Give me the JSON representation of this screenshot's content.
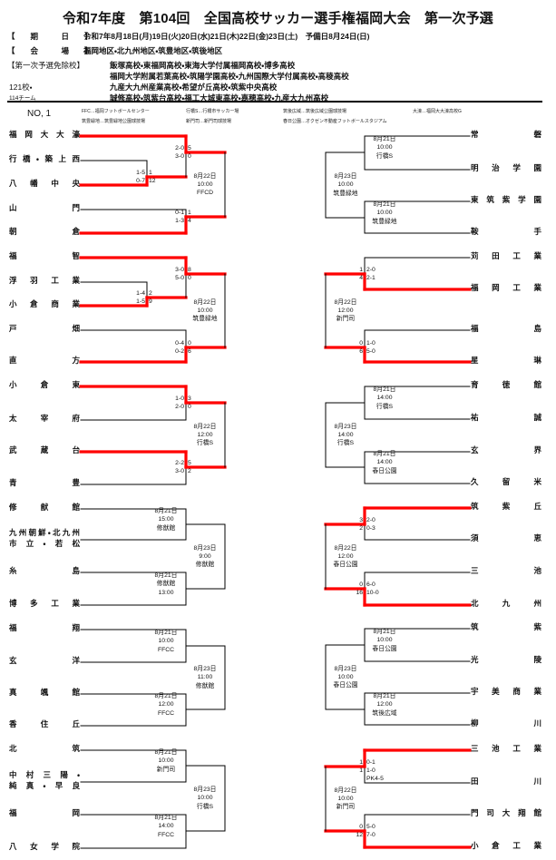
{
  "header": {
    "title": "令和7年度　第104回　全国高校サッカー選手権福岡大会　第一次予選",
    "date_label": "【　　期　　　日　　】",
    "date_value": "令和7年8月18日(月)19日(火)20日(水)21日(木)22日(金)23日(土)　予備日8月24日(日)",
    "venue_label": "【　　会　　　場　　】",
    "venue_value": "福岡地区・北九州地区・筑豊地区・筑後地区",
    "exempt_label": "【第一次予選免除校】",
    "exempt_lines": [
      "飯塚高校・東福岡高校・東海大学付属福岡高校・博多高校",
      "福岡大学附属若葉高校・筑陽学園高校・九州国際大学付属高校・高稜高校",
      "九産大九州産業高校・希望が丘高校・筑紫中央高校",
      "誠修高校・筑紫台高校・福工大城東高校・嘉穂高校・九産大九州高校"
    ],
    "school_count": "121校・",
    "team_count": "114チーム"
  },
  "block_no": "NO, 1",
  "venue_legend": [
    "FFC…福岡フットボールセンター",
    "行橋S…行橋市サッカー場",
    "筑後広域…筑後広域公園球技場",
    "大濠…福岡大大濠高校G",
    "筑豊緑地…筑豊緑地公園球技場",
    "新門司…新門司球技場",
    "春日公園…オクゼン不動産フットボールスタジアム"
  ],
  "colors": {
    "winner_line": "#ff0000",
    "line": "#000000"
  },
  "left": {
    "teams": [
      "福岡大大濠",
      "行橋・築上西",
      "八幡中央",
      "山門",
      "朝倉",
      "福智",
      "浮羽工業",
      "小倉商業",
      "戸畑",
      "直方",
      "小倉東",
      "太宰府",
      "武蔵台",
      "青豊",
      "修猷館",
      "九州朝鮮・北九州\n市立・若松",
      "糸島",
      "博多工業",
      "福翔",
      "玄洋",
      "真颯館",
      "香住丘",
      "北筑",
      "中村三陽・\n純真・早良",
      "福岡",
      "八女学院"
    ],
    "matches": [
      {
        "scores": [
          "1-5",
          "0-7"
        ],
        "totals": [
          "1",
          "12"
        ],
        "winner": 1
      },
      {
        "scores": [
          "2-0",
          "3-0"
        ],
        "totals": [
          "5",
          "0"
        ],
        "winner": 0
      },
      {
        "scores": [
          "0-1",
          "1-3"
        ],
        "totals": [
          "1",
          "4"
        ],
        "winner": 1
      },
      {
        "schedule": [
          "8月22日",
          "10:00",
          "FFCD"
        ]
      },
      {
        "scores": [
          "1-4",
          "1-5"
        ],
        "totals": [
          "2",
          "9"
        ],
        "winner": 1
      },
      {
        "scores": [
          "3-0",
          "5-0"
        ],
        "totals": [
          "8",
          "0"
        ],
        "winner": 0
      },
      {
        "scores": [
          "0-4",
          "0-2"
        ],
        "totals": [
          "0",
          "6"
        ],
        "winner": 1
      },
      {
        "schedule": [
          "8月22日",
          "10:00",
          "筑豊緑地"
        ]
      },
      {
        "scores": [
          "1-0",
          "2-0"
        ],
        "totals": [
          "3",
          "0"
        ],
        "winner": 0
      },
      {
        "scores": [
          "2-2",
          "3-0"
        ],
        "totals": [
          "5",
          "2"
        ],
        "winner": 0
      },
      {
        "schedule": [
          "8月22日",
          "12:00",
          "行橋S"
        ]
      },
      {
        "schedule": [
          "8月21日",
          "15:00",
          "修猷館"
        ]
      },
      {
        "schedule": [
          "8月21日",
          "修猷館",
          "13:00"
        ]
      },
      {
        "schedule": [
          "8月23日",
          "9:00",
          "修猷館"
        ]
      },
      {
        "schedule": [
          "8月21日",
          "10:00",
          "FFCC"
        ]
      },
      {
        "schedule": [
          "8月21日",
          "12:00",
          "FFCC"
        ]
      },
      {
        "schedule": [
          "8月23日",
          "11:00",
          "修猷館"
        ]
      },
      {
        "schedule": [
          "8月21日",
          "10:00",
          "新門司"
        ]
      },
      {
        "schedule": [
          "8月21日",
          "14:00",
          "FFCC"
        ]
      },
      {
        "schedule": [
          "8月23日",
          "10:00",
          "行橋S"
        ]
      }
    ]
  },
  "right": {
    "teams": [
      "常磐",
      "明治学園",
      "東筑紫学園",
      "鞍手",
      "苅田工業",
      "福岡工業",
      "福島",
      "星琳",
      "育徳館",
      "祐誠",
      "玄界",
      "久留米",
      "筑紫丘",
      "須恵",
      "三池",
      "北九州",
      "筑紫",
      "光陵",
      "宇美商業",
      "柳川",
      "三池工業",
      "田川",
      "門司大翔館",
      "小倉工業"
    ],
    "matches": [
      {
        "schedule": [
          "8月21日",
          "10:00",
          "行橋S"
        ]
      },
      {
        "schedule": [
          "8月21日",
          "10:00",
          "筑豊緑地"
        ]
      },
      {
        "schedule": [
          "8月23日",
          "10:00",
          "筑豊緑地"
        ]
      },
      {
        "scores": [
          "2-0",
          "2-1"
        ],
        "totals": [
          "1",
          "4"
        ],
        "winner": 1
      },
      {
        "scores": [
          "1-0",
          "5-0"
        ],
        "totals": [
          "0",
          "6"
        ],
        "winner": 1
      },
      {
        "schedule": [
          "8月22日",
          "12:00",
          "新門司"
        ]
      },
      {
        "schedule": [
          "8月21日",
          "14:00",
          "行橋S"
        ]
      },
      {
        "schedule": [
          "8月21日",
          "14:00",
          "春日公園"
        ]
      },
      {
        "schedule": [
          "8月23日",
          "14:00",
          "行橋S"
        ]
      },
      {
        "scores": [
          "2-0",
          "0-3"
        ],
        "totals": [
          "3",
          "2"
        ],
        "winner": 0
      },
      {
        "scores": [
          "6-0",
          "10-0"
        ],
        "totals": [
          "0",
          "16"
        ],
        "winner": 1
      },
      {
        "schedule": [
          "8月22日",
          "12:00",
          "春日公園"
        ]
      },
      {
        "schedule": [
          "8月21日",
          "10:00",
          "春日公園"
        ]
      },
      {
        "schedule": [
          "8月21日",
          "12:00",
          "筑後広域"
        ]
      },
      {
        "schedule": [
          "8月23日",
          "10:00",
          "春日公園"
        ]
      },
      {
        "scores": [
          "0-1",
          "1-0",
          "PK4-5"
        ],
        "totals": [
          "1",
          "1"
        ],
        "winner": 0
      },
      {
        "scores": [
          "5-0",
          "7-0"
        ],
        "totals": [
          "0",
          "12"
        ],
        "winner": 1
      },
      {
        "schedule": [
          "8月22日",
          "10:00",
          "新門司"
        ]
      }
    ]
  }
}
